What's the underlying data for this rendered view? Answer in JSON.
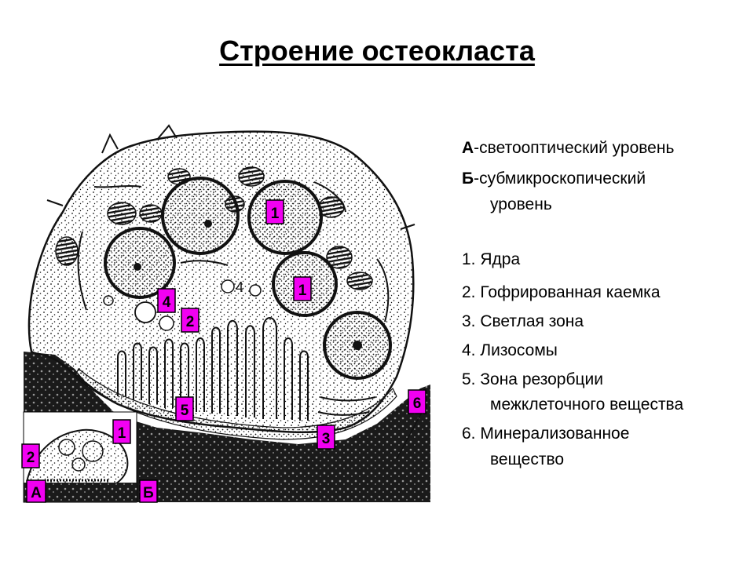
{
  "title": "Строение остеокласта",
  "legend": {
    "levels": [
      {
        "letter": "А",
        "text": "-светооптический уровень"
      },
      {
        "letter": "Б",
        "text": "-субмикроскопический",
        "cont": "уровень"
      }
    ],
    "items": [
      {
        "text": "1. Ядра"
      },
      {
        "text": "2. Гофрированная каемка"
      },
      {
        "text": "3. Светлая зона"
      },
      {
        "text": "4. Лизосомы"
      },
      {
        "text": "5. Зона резорбции",
        "cont": "межклеточного вещества"
      },
      {
        "text": "6. Минерализованное",
        "cont": "вещество"
      }
    ]
  },
  "figure_labels": {
    "l1a": "1",
    "l1b": "1",
    "l4": "4",
    "l2": "2",
    "l5": "5",
    "l6": "6",
    "l3": "3",
    "inset1": "1",
    "inset2": "2",
    "panelA": "А",
    "panelB": "Б",
    "inner4": "4"
  },
  "colors": {
    "label_fill": "#f200f2",
    "label_stroke": "#000000",
    "ink": "#111111"
  }
}
